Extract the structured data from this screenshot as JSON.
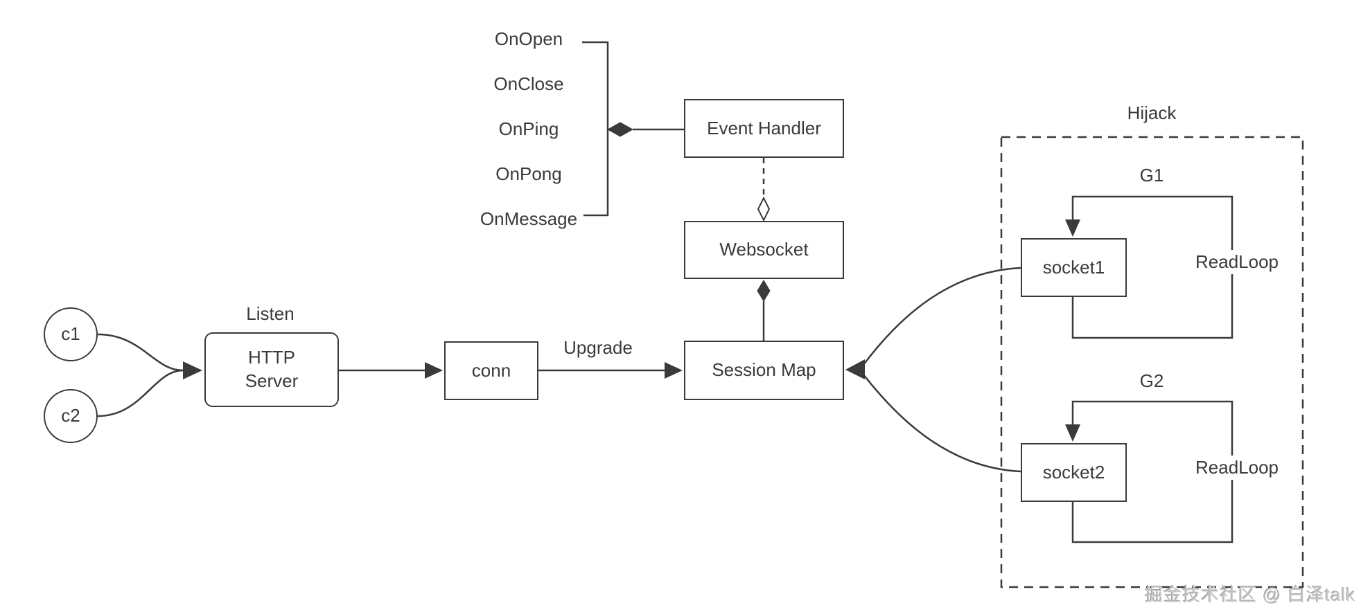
{
  "diagram": {
    "background": "#ffffff",
    "stroke_color": "#3a3a3a",
    "text_color": "#3a3a3a",
    "watermark_color": "#c6c6c6",
    "clients": [
      {
        "label": "c1"
      },
      {
        "label": "c2"
      }
    ],
    "nodes": {
      "http_server": {
        "label": "HTTP\nServer"
      },
      "conn": {
        "label": "conn"
      },
      "session_map": {
        "label": "Session Map"
      },
      "websocket": {
        "label": "Websocket"
      },
      "event_handler": {
        "label": "Event Handler"
      },
      "socket1": {
        "label": "socket1"
      },
      "socket2": {
        "label": "socket2"
      }
    },
    "edge_labels": {
      "listen": "Listen",
      "upgrade": "Upgrade"
    },
    "events": [
      "OnOpen",
      "OnClose",
      "OnPing",
      "OnPong",
      "OnMessage"
    ],
    "hijack": {
      "title": "Hijack",
      "groups": [
        {
          "label": "G1",
          "loop_label": "ReadLoop"
        },
        {
          "label": "G2",
          "loop_label": "ReadLoop"
        }
      ]
    },
    "watermark": "掘金技术社区 @ 白泽talk"
  }
}
